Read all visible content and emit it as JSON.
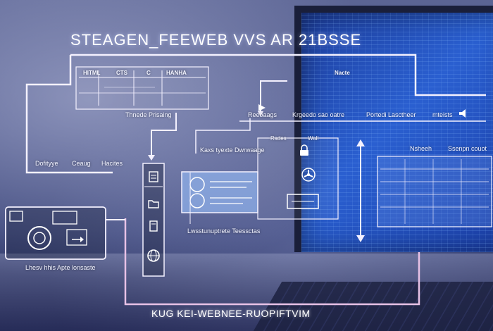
{
  "title": "STEAGEN_FEEWEB VVS AR 21BSSE",
  "footer": "KUG KEI-WEBNEE-RUOPIFTVIM",
  "top_panel": {
    "tabs": [
      "HITML",
      "CTS",
      "C",
      "HANHA"
    ],
    "caption": "Thnede Prisaing"
  },
  "left_panel": {
    "labels": [
      "Dofityye",
      "Ceaug",
      "Hacites"
    ]
  },
  "device_panel": {
    "caption": "Lhesv hhis Apte lonsaste"
  },
  "center_panel": {
    "heading": "Kaxs tyexte Dwrwaage",
    "caption": "Lwsstunuptrete Teessctas"
  },
  "middle_row": {
    "labels": [
      "Reeoaags",
      "Krgeedo sao oatre"
    ]
  },
  "right_panel": {
    "header_tag": "Nacte",
    "labels": [
      "Portedi Lasctheer",
      "mteists"
    ],
    "sub_labels": [
      "Rsdes",
      "Wall"
    ],
    "chart_labels": [
      "Nsheeh",
      "Ssenpn couot"
    ]
  },
  "colors": {
    "line": "#f4f1ff",
    "line_pink": "#e8c2e6",
    "screen": "#2a5fd0",
    "panel_blue": "#7fa3e0"
  },
  "icons": [
    "document-icon",
    "folder-icon",
    "note-icon",
    "globe-icon",
    "play-icon",
    "lock-icon",
    "fan-icon",
    "card-icon",
    "speaker-icon",
    "arrow-icon"
  ]
}
